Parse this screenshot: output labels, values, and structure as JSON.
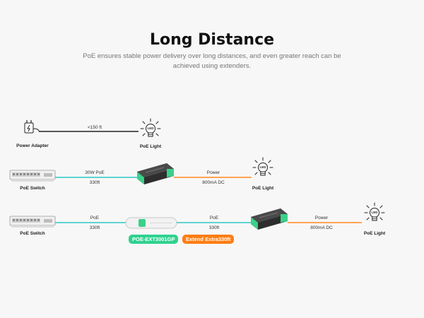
{
  "header": {
    "title": "Long Distance",
    "subtitle": "PoE ensures stable power delivery over long distances, and even greater reach can be achieved using extenders."
  },
  "row1": {
    "distance": "<150 ft",
    "source_label": "Power Adapter",
    "device_label": "PoE Light"
  },
  "row2": {
    "source_label": "PoE Switch",
    "cable_top": "30W PoE",
    "cable_bottom": "330ft",
    "out_top": "Power",
    "out_bottom": "800mA DC",
    "device_label": "PoE Light"
  },
  "row3": {
    "source_label": "PoE Switch",
    "seg1_top": "PoE",
    "seg1_bottom": "330ft",
    "extender_badge": "POE-EXT3001GP",
    "seg2_top": "PoE",
    "seg2_bottom": "330ft",
    "extend_badge": "Extend Extra330ft",
    "out_top": "Power",
    "out_bottom": "800mA DC",
    "device_label": "PoE Light"
  },
  "bulb_text": "LED",
  "colors": {
    "poe_cable": "#2ec7c5",
    "power_cable": "#ff8a1f",
    "adapter_cable": "#222222",
    "green_badge": "#2fd28f",
    "orange_badge": "#ff7d12"
  },
  "icons": [
    "power-adapter-icon",
    "led-bulb-icon",
    "poe-switch-icon",
    "poe-splitter-icon",
    "poe-extender-icon"
  ]
}
